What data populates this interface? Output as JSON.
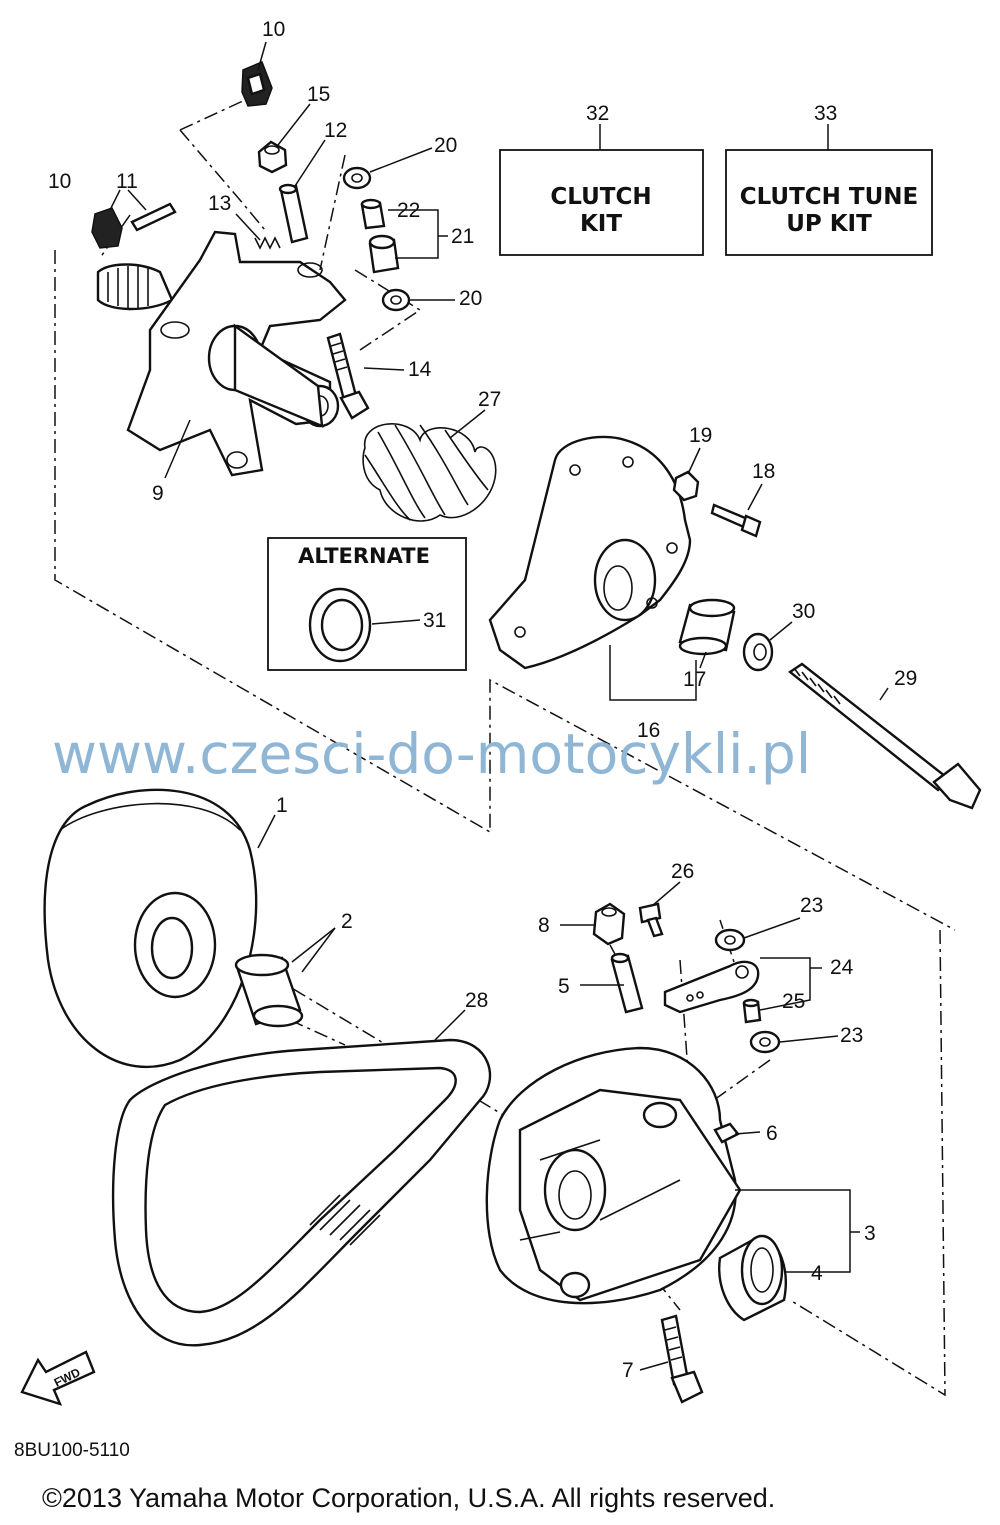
{
  "callouts": {
    "p1": "1",
    "p2": "2",
    "p3": "3",
    "p4": "4",
    "p5": "5",
    "p6": "6",
    "p7": "7",
    "p8": "8",
    "p9": "9",
    "p10a": "10",
    "p10b": "10",
    "p11": "11",
    "p12": "12",
    "p13": "13",
    "p14": "14",
    "p15": "15",
    "p16": "16",
    "p17": "17",
    "p18": "18",
    "p19": "19",
    "p20a": "20",
    "p20b": "20",
    "p21": "21",
    "p22": "22",
    "p23a": "23",
    "p23b": "23",
    "p24": "24",
    "p25": "25",
    "p26": "26",
    "p27": "27",
    "p28": "28",
    "p29": "29",
    "p30": "30",
    "p31": "31",
    "p32": "32",
    "p33": "33"
  },
  "kits": {
    "clutch_kit": {
      "line1": "CLUTCH",
      "line2": "KIT"
    },
    "tune_up_kit": {
      "line1": "CLUTCH TUNE",
      "line2": "UP KIT"
    }
  },
  "alternate_label": "ALTERNATE",
  "fwd_label": "FWD",
  "watermark": "www.czesci-do-motocykli.pl",
  "diagram_code": "8BU100-5110",
  "copyright": "©2013 Yamaha Motor Corporation, U.S.A. All rights reserved."
}
